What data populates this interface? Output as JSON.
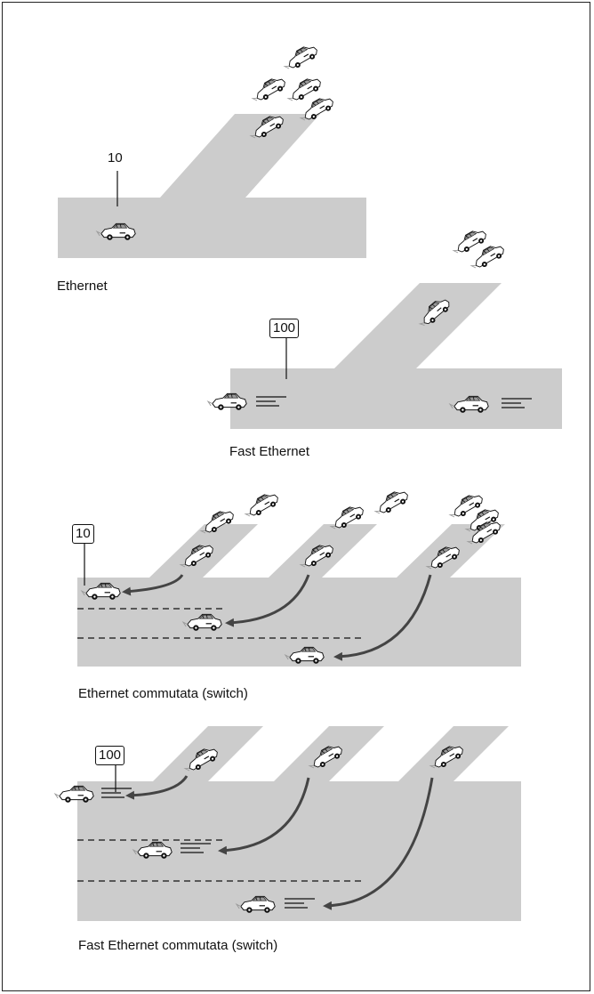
{
  "colors": {
    "road": "#cccccc",
    "line": "#111111",
    "arrow": "#444444",
    "car_body": "#ffffff",
    "car_shade": "#9a9a9a"
  },
  "panels": [
    {
      "caption": "Ethernet",
      "speed": "10",
      "speed_boxed": false,
      "icon": "car-icon"
    },
    {
      "caption": "Fast Ethernet",
      "speed": "100",
      "speed_boxed": true,
      "icon": "car-icon"
    },
    {
      "caption": "Ethernet commutata (switch)",
      "speed": "10",
      "speed_boxed": true,
      "icon": "car-icon"
    },
    {
      "caption": "Fast Ethernet commutata (switch)",
      "speed": "100",
      "speed_boxed": true,
      "icon": "car-icon"
    }
  ]
}
